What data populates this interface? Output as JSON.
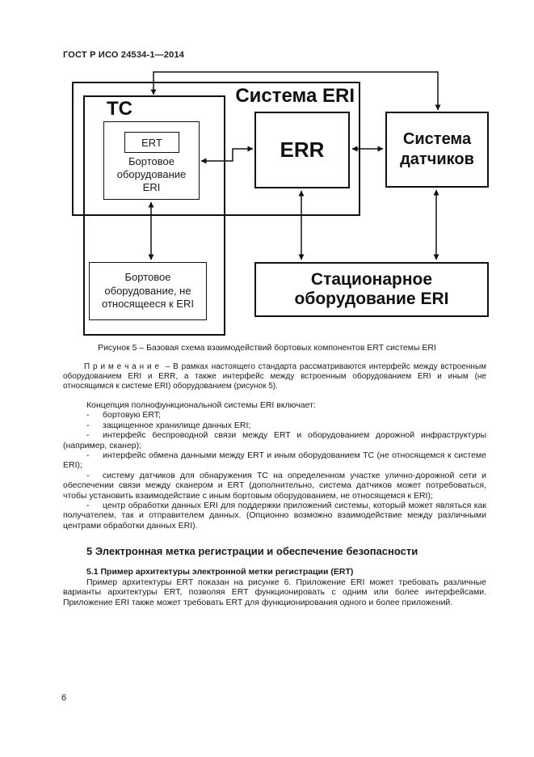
{
  "page": {
    "header": "ГОСТ Р ИСО 24534-1—2014",
    "page_number": "6"
  },
  "figure": {
    "caption": "Рисунок 5 – Базовая схема взаимодействий бортовых компонентов ERT системы ERI",
    "boxes": {
      "system_label": "Система ERI",
      "vehicle_label": "ТС",
      "ert": "ERT",
      "onboard_eri": "Бортовое\nоборудование\nERI",
      "err": "ERR",
      "sensors": "Система\nдатчиков",
      "onboard_non_eri": "Бортовое\nоборудование, не\nотносящееся к ERI",
      "stationary": "Стационарное\nоборудование ERI"
    }
  },
  "note": {
    "label": "П р и м е ч а н и е",
    "text": "– В рамках настоящего стандарта рассматриваются интерфейс между встроенным оборудованием ERI и ERR, а также интерфейс между встроенным оборудованием ERI и иным (не относящимся к системе ERI) оборудованием (рисунок 5)."
  },
  "body": {
    "bullet_marker": "-",
    "intro": "Концепция полнофункциональной системы ERI включает:",
    "bullets": [
      "бортовую ERT;",
      "защищенное хранилище данных ERI;",
      "интерфейс беспроводной связи между ERT и оборудованием дорожной инфраструктуры (например, сканер);",
      "интерфейс обмена данными между ERT и иным оборудованием ТС (не относящемся к системе ERI);",
      "систему датчиков для обнаружения ТС на определенном участке улично-дорожной сети и обеспечении связи между сканером и ERT (дополнительно, система датчиков может потребоваться, чтобы установить взаимодействие с иным бортовым оборудованием, не относящемся к ERI);",
      "центр обработки данных ERI для поддержки приложений системы, который может являться как получателем, так и отправителем данных. (Опционно возможно взаимодействие между различными центрами обработки данных ERI)."
    ],
    "section5_title": "5 Электронная метка регистрации и обеспечение безопасности",
    "section51_title": "5.1 Пример архитектуры электронной метки регистрации (ERT)",
    "section51_text": "Пример архитектуры ERT показан на рисунке 6. Приложение ERI может требовать различные варианты архитектуры ERT, позволяя ERT функционировать с одним или более интерфейсами. Приложение ERI также может требовать ERT для функционирования одного и более приложений."
  },
  "colors": {
    "ink": "#1b1b1b",
    "line": "#111111",
    "paper": "#ffffff"
  }
}
